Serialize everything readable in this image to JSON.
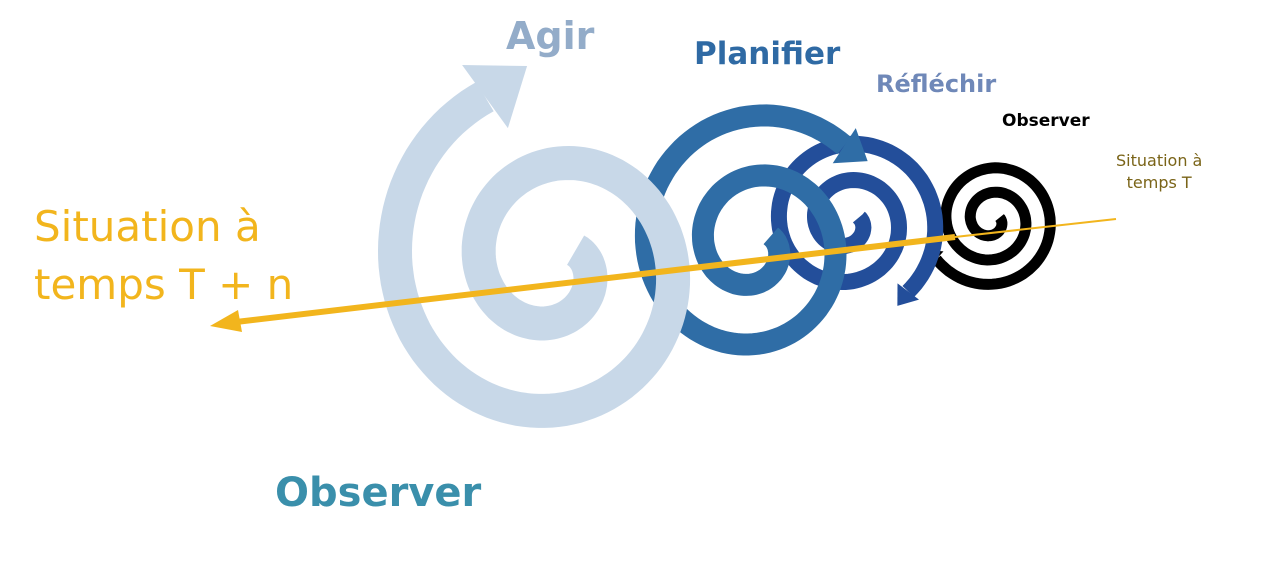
{
  "labels": {
    "agir": "Agir",
    "planifier": "Planifier",
    "reflechir": "Réfléchir",
    "observer_small": "Observer",
    "observer_big": "Observer",
    "situation_t_line1": "Situation à",
    "situation_t_line2": "temps T",
    "situation_tn_line1": "Situation à",
    "situation_tn_line2": "temps T + n"
  },
  "colors": {
    "agir": "#c8d8e8",
    "planifier": "#2f6da6",
    "reflechir": "#234e9a",
    "observer": "#000000",
    "time_axis": "#f2b51d",
    "observer_big_text": "#3a8fab",
    "situation_t_text": "#7a6418"
  }
}
